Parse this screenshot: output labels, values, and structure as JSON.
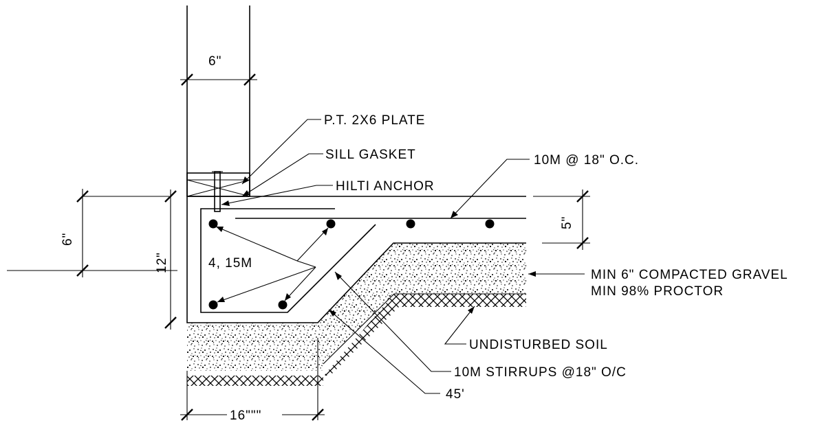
{
  "labels": {
    "wall_width": "6\"",
    "plate": "P.T. 2X6 PLATE",
    "sill_gasket": "SILL GASKET",
    "hilti_anchor": "HILTI ANCHOR",
    "mesh": "10M @ 18\" O.C.",
    "slab_thickness": "5\"",
    "top_dim": "6\"",
    "footing_depth": "12\"",
    "rebar": "4, 15M",
    "gravel_line1": "MIN 6\" COMPACTED GRAVEL",
    "gravel_line2": "MIN 98% PROCTOR",
    "undisturbed_soil": "UNDISTURBED SOIL",
    "stirrups": "10M STIRRUPS @18\" O/C",
    "angle": "45'",
    "footing_width": "16\"\"\""
  },
  "colors": {
    "ink": "#000000",
    "background": "#ffffff"
  }
}
